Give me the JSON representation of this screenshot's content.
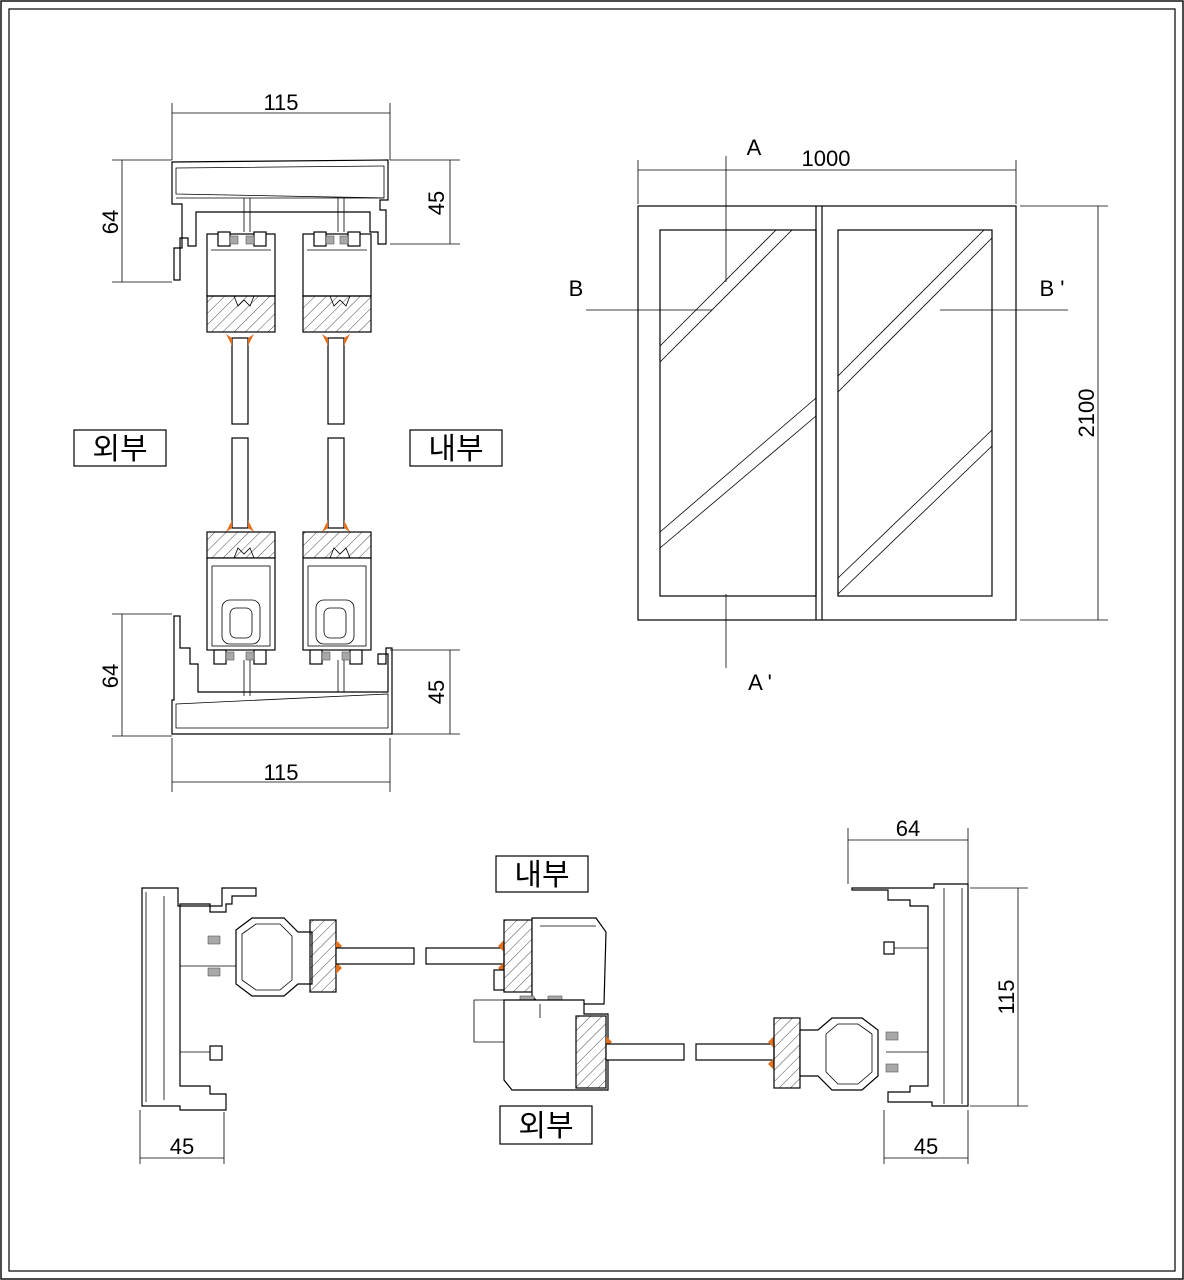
{
  "labels": {
    "outside_top": "외부",
    "inside_top": "내부",
    "inside_bottom": "내부",
    "outside_bottom": "외부"
  },
  "dimensions": {
    "vt_width_top": "115",
    "vt_width_bottom": "115",
    "vt_left_top": "64",
    "vt_right_top": "45",
    "vt_left_bottom": "64",
    "vt_right_bottom": "45",
    "elev_width": "1000",
    "elev_height": "2100",
    "hz_top_right": "64",
    "hz_right_height": "115",
    "hz_bottom_left": "45",
    "hz_bottom_right": "45"
  },
  "section_marks": {
    "a": "A",
    "a_prime": "A '",
    "b": "B",
    "b_prime": "B '"
  },
  "colors": {
    "line": "#000000",
    "seal": "#e07020",
    "gasket": "#a8a8a8"
  }
}
